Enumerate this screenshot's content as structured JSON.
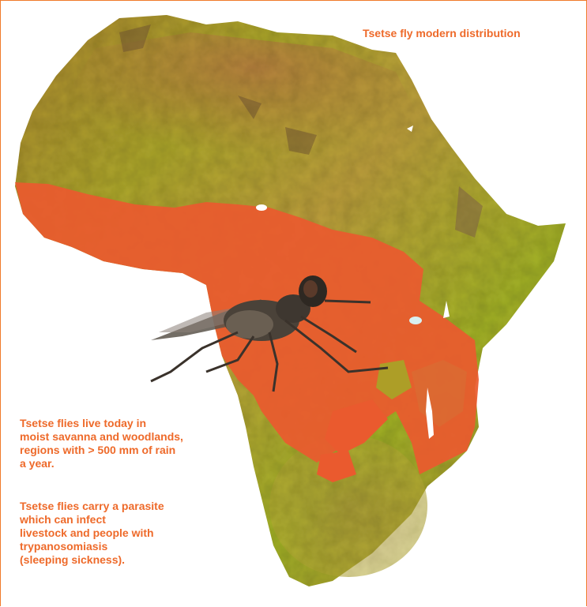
{
  "title": "Tsetse fly modern distribution",
  "caption_1": {
    "lines": [
      "Tsetse flies live today in",
      "moist savanna and woodlands,",
      "regions with > 500 mm of rain",
      "a year."
    ]
  },
  "caption_2": {
    "lines": [
      "Tsetse flies carry a parasite",
      "which can infect",
      "livestock and people with",
      "trypanosomiasis",
      "(sleeping sickness)."
    ]
  },
  "colors": {
    "text": "#ee6a2a",
    "border": "#f07a2a",
    "tsetse_zone": "#ea5a2e",
    "terrain_low": "#a9b21c",
    "terrain_high": "#a8743a"
  }
}
